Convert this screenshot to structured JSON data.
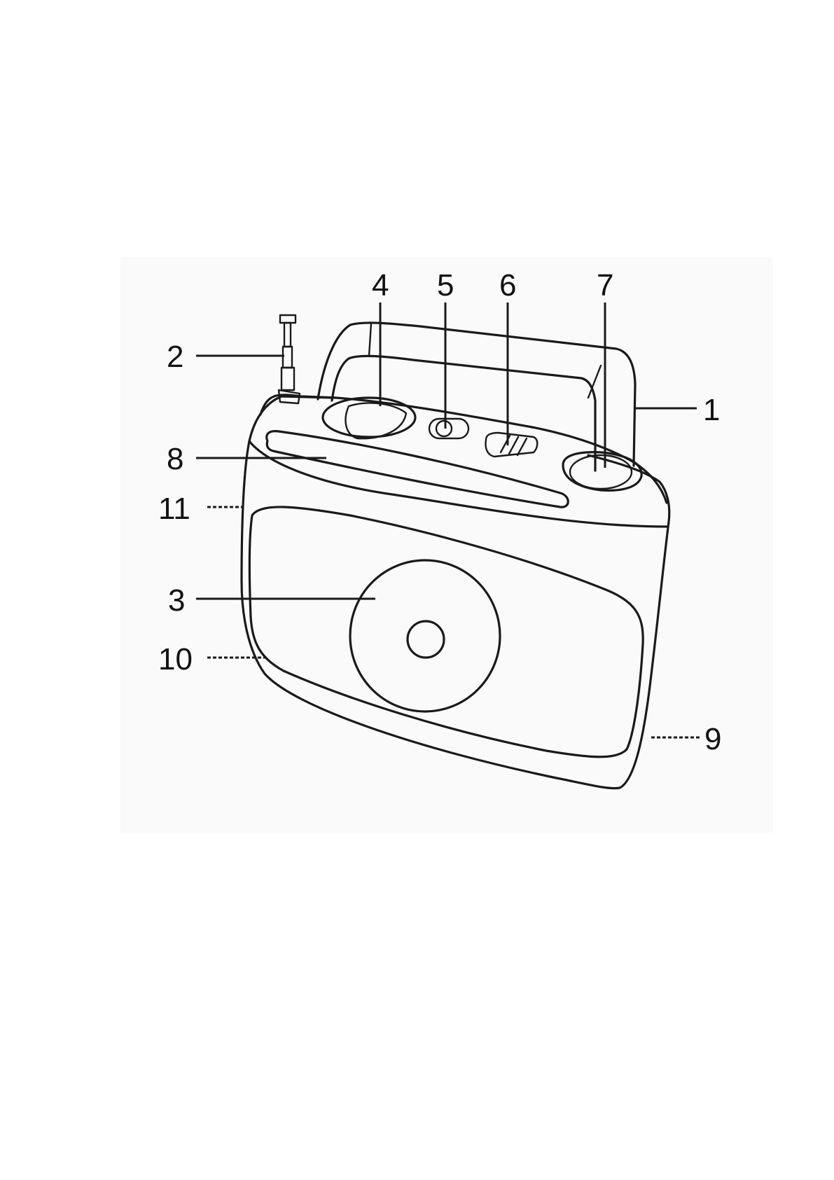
{
  "diagram": {
    "callouts": [
      {
        "id": "1",
        "label": "1",
        "style": "solid"
      },
      {
        "id": "2",
        "label": "2",
        "style": "solid"
      },
      {
        "id": "3",
        "label": "3",
        "style": "solid"
      },
      {
        "id": "4",
        "label": "4",
        "style": "solid"
      },
      {
        "id": "5",
        "label": "5",
        "style": "solid"
      },
      {
        "id": "6",
        "label": "6",
        "style": "solid"
      },
      {
        "id": "7",
        "label": "7",
        "style": "solid"
      },
      {
        "id": "8",
        "label": "8",
        "style": "solid"
      },
      {
        "id": "9",
        "label": "9",
        "style": "dashed"
      },
      {
        "id": "10",
        "label": "10",
        "style": "dashed"
      },
      {
        "id": "11",
        "label": "11",
        "style": "dashed"
      }
    ]
  }
}
